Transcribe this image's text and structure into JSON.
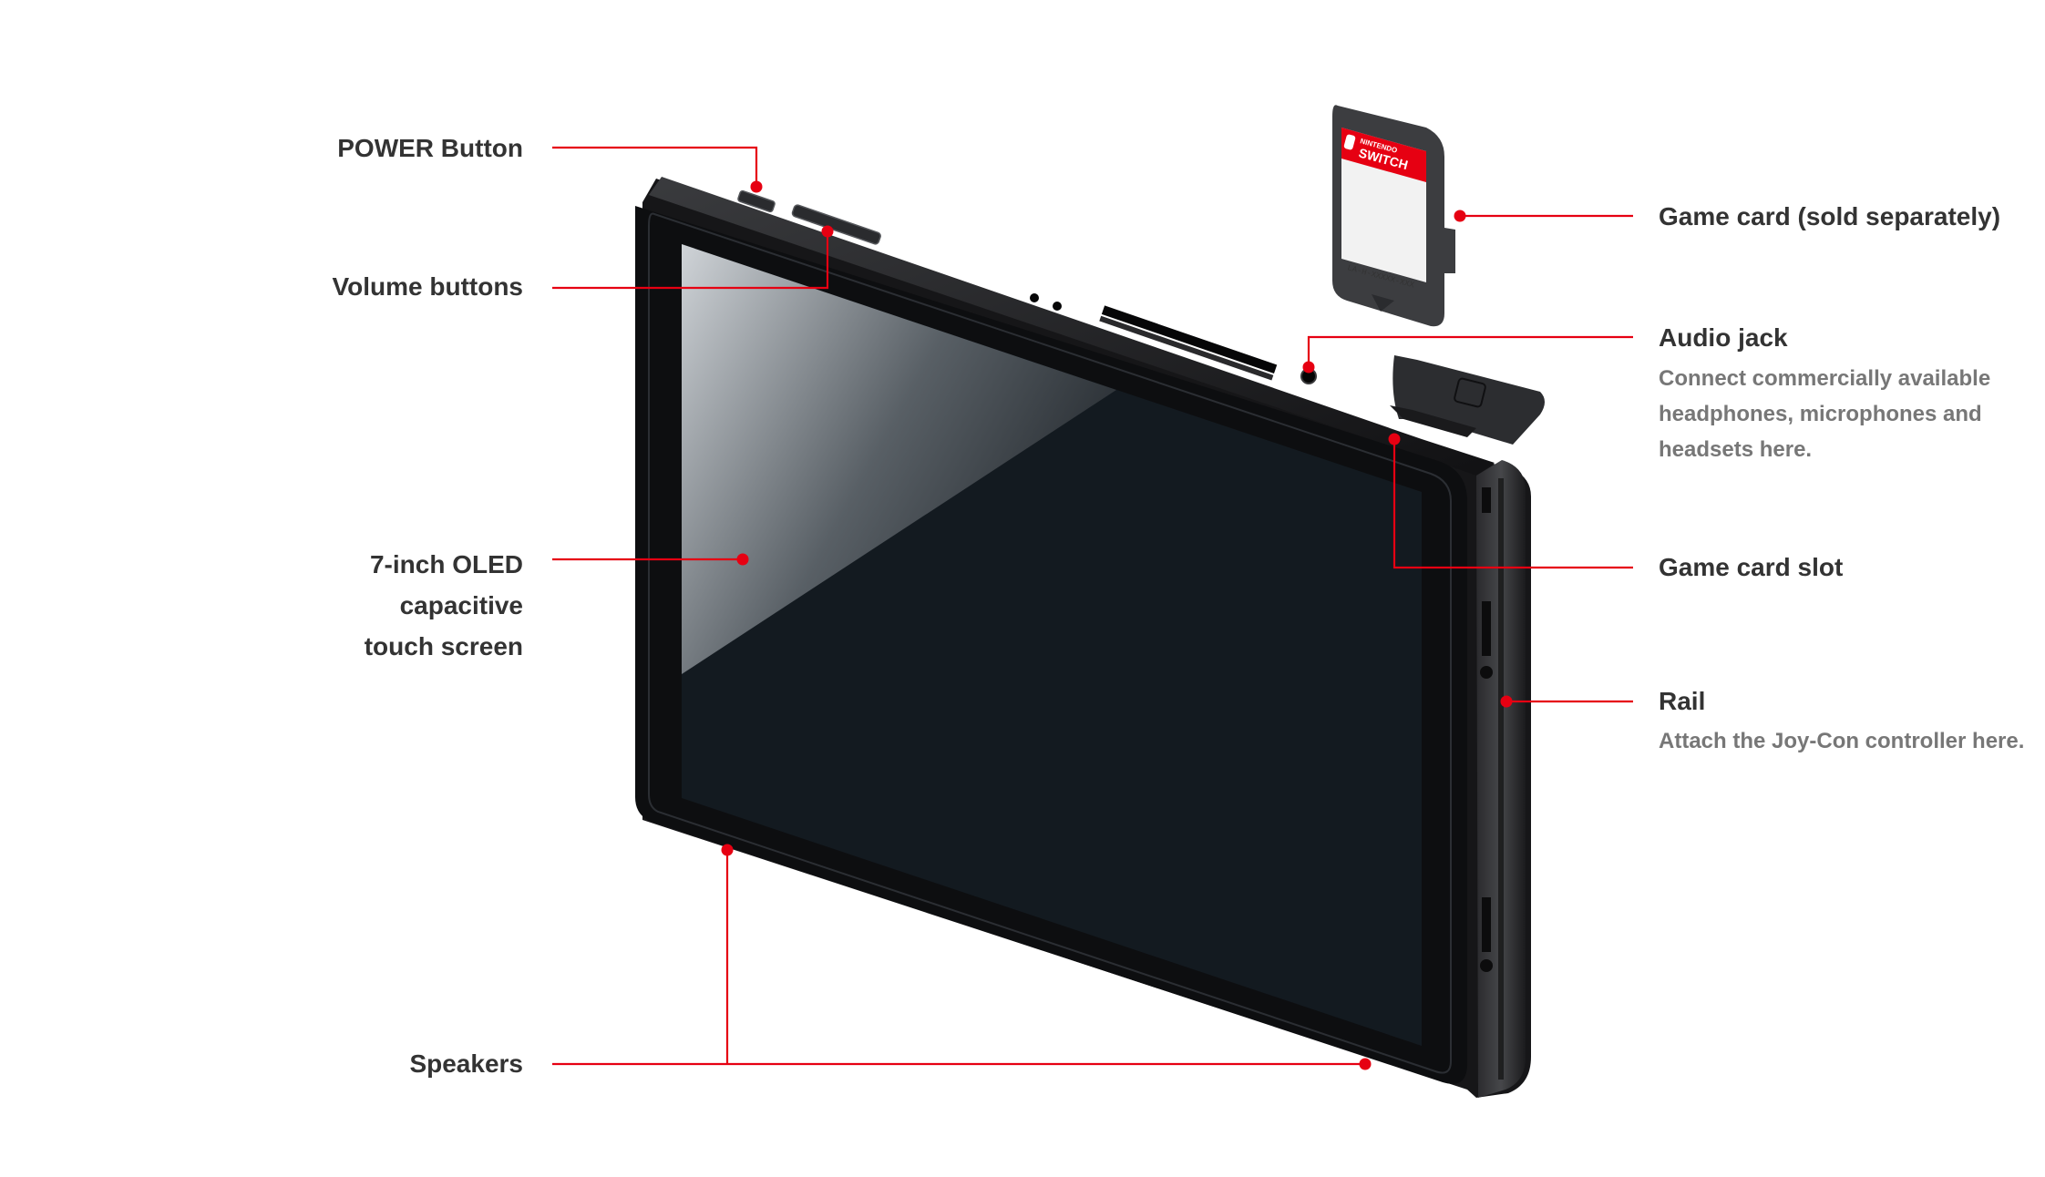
{
  "labels": {
    "power": "POWER Button",
    "volume": "Volume buttons",
    "screen": [
      "7-inch OLED",
      "capacitive",
      "touch screen"
    ],
    "speakers": "Speakers",
    "game_card": "Game card (sold separately)",
    "audio_jack": "Audio jack",
    "audio_jack_desc": [
      "Connect commercially available",
      "headphones, microphones and",
      "headsets here."
    ],
    "game_card_slot": "Game card slot",
    "rail": "Rail",
    "rail_desc": "Attach the Joy-Con controller here."
  },
  "card": {
    "brand_line1": "NINTENDO",
    "brand_line2": "SWITCH",
    "code": "LA-H-XXXXX-XXX"
  },
  "colors": {
    "accent": "#E60012",
    "text": "#333333",
    "subtext": "#777777",
    "device_body": "#1c1c1e",
    "screen": "#131a20"
  }
}
